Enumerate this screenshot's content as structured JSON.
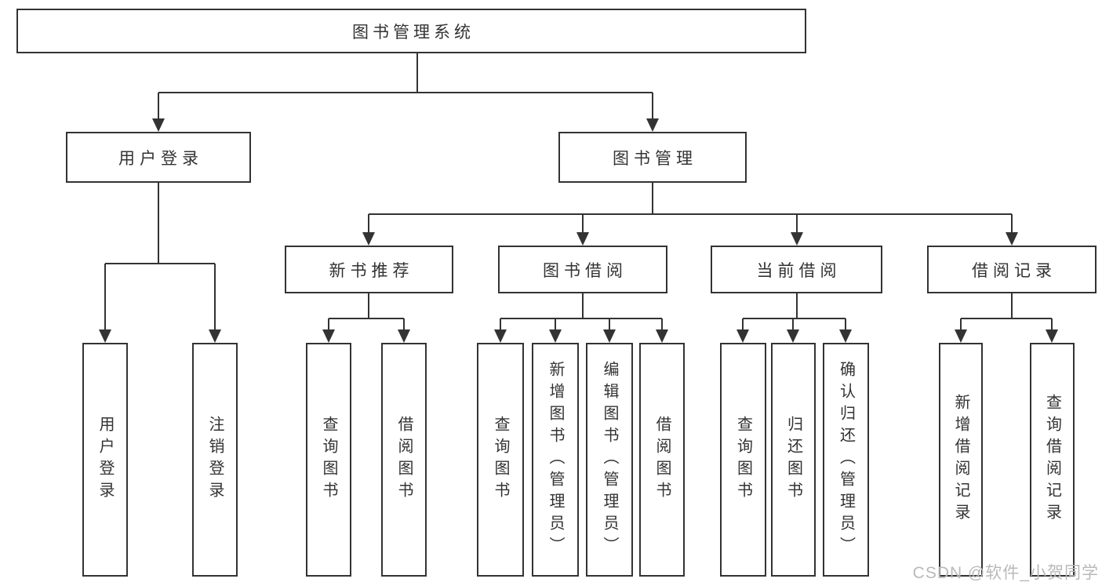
{
  "tree": {
    "label": "图书管理系统",
    "children": [
      {
        "label": "用户登录",
        "children": [
          {
            "label": "用户登录"
          },
          {
            "label": "注销登录"
          }
        ]
      },
      {
        "label": "图书管理",
        "children": [
          {
            "label": "新书推荐",
            "children": [
              {
                "label": "查询图书"
              },
              {
                "label": "借阅图书"
              }
            ]
          },
          {
            "label": "图书借阅",
            "children": [
              {
                "label": "查询图书"
              },
              {
                "label": "新增图书（管理员）"
              },
              {
                "label": "编辑图书（管理员）"
              },
              {
                "label": "借阅图书"
              }
            ]
          },
          {
            "label": "当前借阅",
            "children": [
              {
                "label": "查询图书"
              },
              {
                "label": "归还图书"
              },
              {
                "label": "确认归还（管理员）"
              }
            ]
          },
          {
            "label": "借阅记录",
            "children": [
              {
                "label": "新增借阅记录"
              },
              {
                "label": "查询借阅记录"
              }
            ]
          }
        ]
      }
    ]
  },
  "watermark": "CSDN @软件_小贺同学",
  "colors": {
    "line": "#333333",
    "box_border": "#333333",
    "text": "#333333",
    "background": "#ffffff",
    "watermark": "#b9b9b9"
  }
}
